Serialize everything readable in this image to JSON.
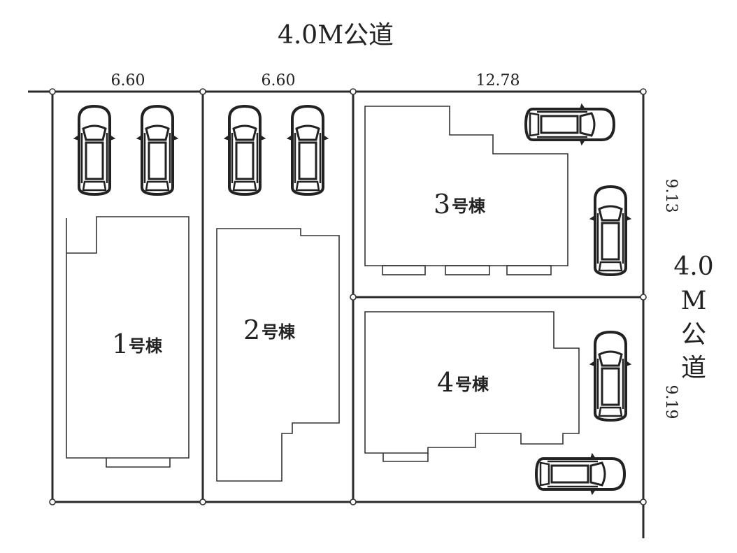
{
  "title": "4.0M公道",
  "side_road": {
    "line1": "4.0",
    "line2": "M",
    "line3": "公",
    "line4": "道"
  },
  "dimensions": {
    "lot1_width": "6.60",
    "lot2_width": "6.60",
    "lot34_width": "12.78",
    "lot3_depth": "9.13",
    "lot4_depth": "9.19"
  },
  "buildings": [
    {
      "number": "1",
      "suffix": "号棟"
    },
    {
      "number": "2",
      "suffix": "号棟"
    },
    {
      "number": "3",
      "suffix": "号棟"
    },
    {
      "number": "4",
      "suffix": "号棟"
    }
  ]
}
